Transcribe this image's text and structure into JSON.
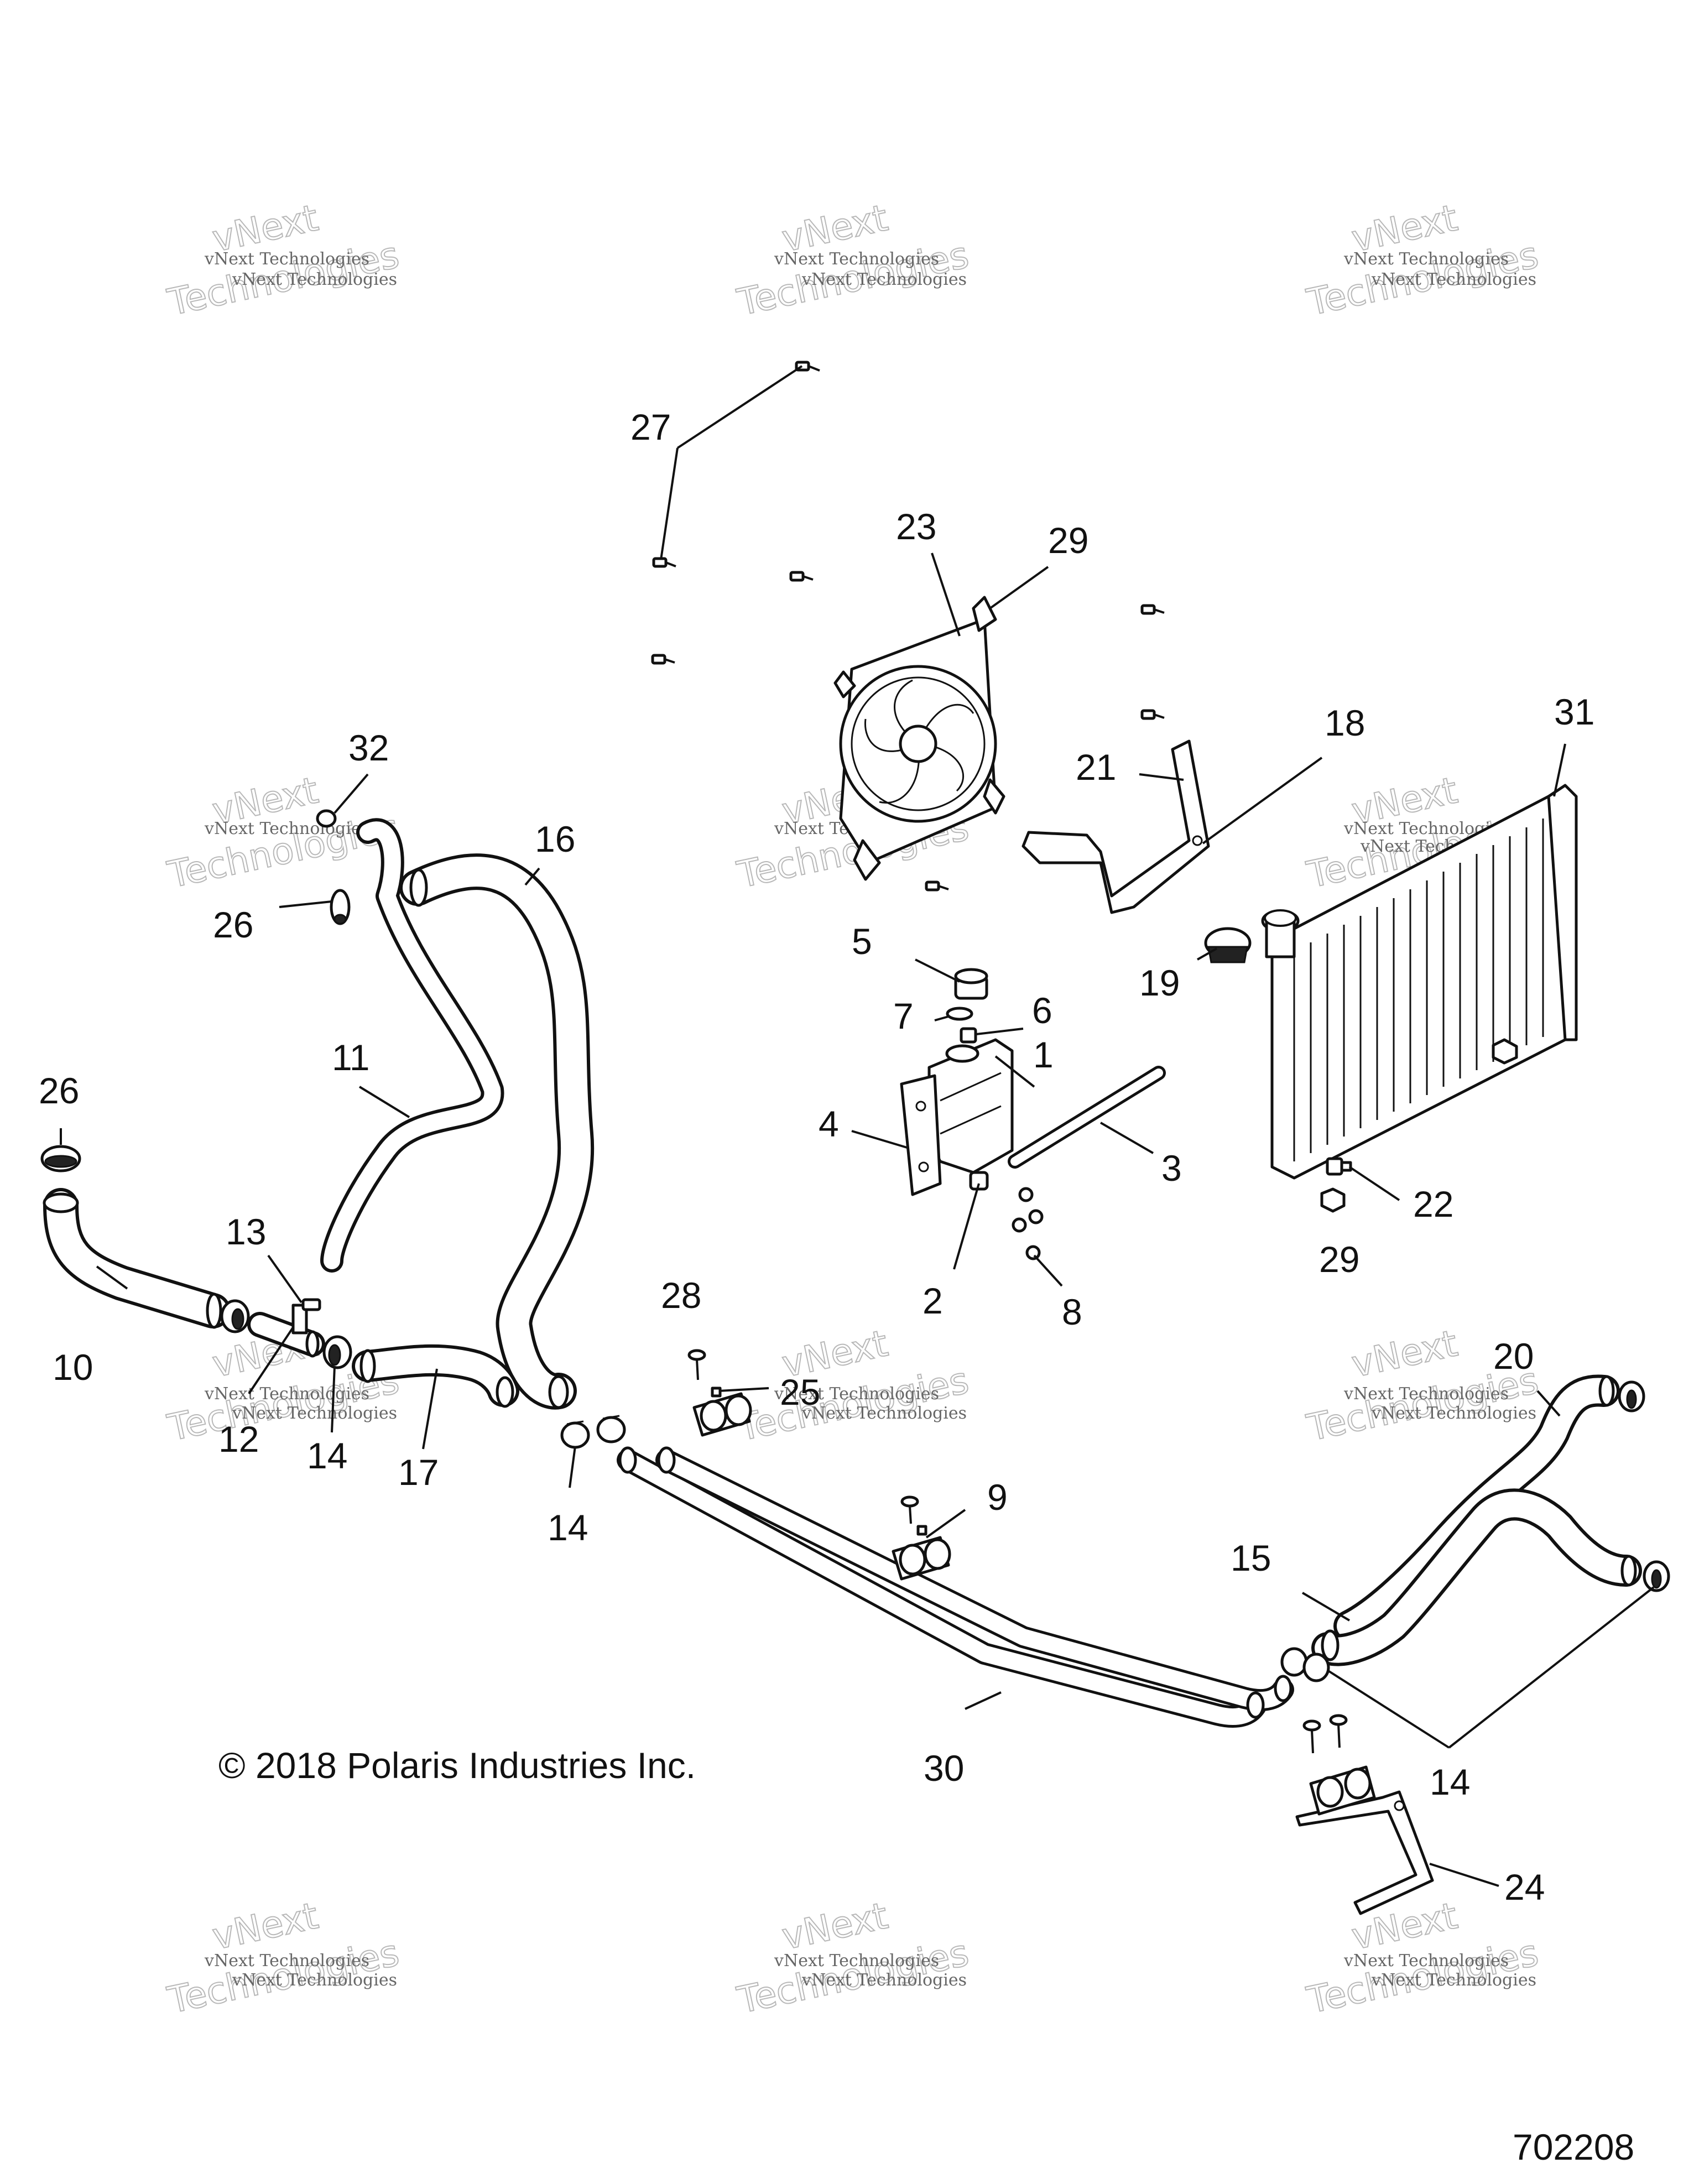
{
  "watermarks": {
    "line1": "vNext Technologies",
    "line2": "Technologies",
    "line3": "vNext"
  },
  "callouts": {
    "c1": "1",
    "c2": "2",
    "c3": "3",
    "c4": "4",
    "c5": "5",
    "c6": "6",
    "c7": "7",
    "c8": "8",
    "c9": "9",
    "c10": "10",
    "c11": "11",
    "c12": "12",
    "c13": "13",
    "c14a": "14",
    "c14b": "14",
    "c14c": "14",
    "c15": "15",
    "c16": "16",
    "c17": "17",
    "c18": "18",
    "c19": "19",
    "c20": "20",
    "c21": "21",
    "c22": "22",
    "c23": "23",
    "c24": "24",
    "c25": "25",
    "c26a": "26",
    "c26b": "26",
    "c27": "27",
    "c28": "28",
    "c29a": "29",
    "c29b": "29",
    "c30": "30",
    "c31": "31",
    "c32": "32"
  },
  "copyright": "© 2018 Polaris Industries Inc.",
  "document_number": "702208"
}
